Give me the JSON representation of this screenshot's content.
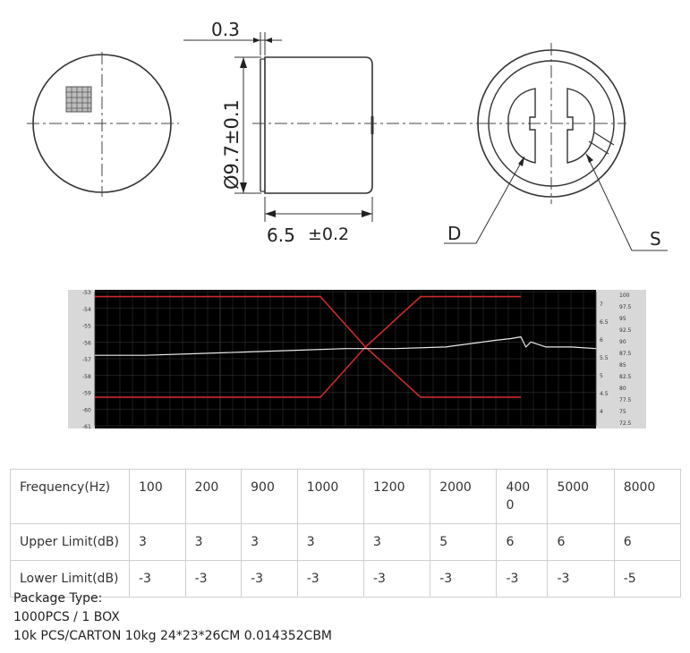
{
  "drawing": {
    "dim_thickness": "0.3",
    "dim_diameter": "Ø9.7±0.1",
    "dim_height": "6.5",
    "dim_tolerance": "±0.2",
    "label_d": "D",
    "label_s": "S"
  },
  "chart_data": {
    "type": "line",
    "left_ticks": [
      "-53",
      "-54",
      "-55",
      "-56",
      "-57",
      "-58",
      "-59",
      "-60",
      "-61"
    ],
    "right_ticks_a": [
      "7",
      "6.5",
      "6",
      "5.5",
      "5",
      "4.5",
      "4"
    ],
    "right_ticks_b": [
      "100",
      "97.5",
      "95",
      "92.5",
      "90",
      "87.5",
      "85",
      "82.5",
      "80",
      "77.5",
      "75",
      "72.5"
    ],
    "ylim": [
      -61,
      -53
    ],
    "x_range": [
      0,
      100
    ],
    "upper_limit": [
      [
        0,
        -53.3
      ],
      [
        45,
        -53.3
      ],
      [
        54,
        -56.3
      ],
      [
        65,
        -53.3
      ],
      [
        85,
        -53.3
      ]
    ],
    "lower_limit": [
      [
        0,
        -59.3
      ],
      [
        45,
        -59.3
      ],
      [
        54,
        -56.3
      ],
      [
        65,
        -59.3
      ],
      [
        85,
        -59.3
      ]
    ],
    "response": [
      [
        0,
        -56.8
      ],
      [
        10,
        -56.8
      ],
      [
        20,
        -56.7
      ],
      [
        30,
        -56.6
      ],
      [
        40,
        -56.5
      ],
      [
        50,
        -56.4
      ],
      [
        60,
        -56.4
      ],
      [
        70,
        -56.3
      ],
      [
        75,
        -56.1
      ],
      [
        80,
        -55.9
      ],
      [
        83,
        -55.8
      ],
      [
        85,
        -55.7
      ],
      [
        86,
        -56.3
      ],
      [
        87,
        -56.0
      ],
      [
        90,
        -56.3
      ],
      [
        95,
        -56.3
      ],
      [
        100,
        -56.4
      ]
    ],
    "colors": {
      "background": "#000000",
      "limit": "#cc2a2a",
      "response": "#e8e8e8",
      "grid": "#3a3a3a",
      "frame": "#d8d8d8"
    }
  },
  "table": {
    "rows": [
      {
        "label": "Frequency(Hz)",
        "cells": [
          "100",
          "200",
          "900",
          "1000",
          "1200",
          "2000",
          "400 0",
          "5000",
          "8000"
        ]
      },
      {
        "label": "Upper Limit(dB)",
        "cells": [
          "3",
          "3",
          "3",
          "3",
          "3",
          "5",
          "6",
          "6",
          "6"
        ]
      },
      {
        "label": "Lower Limit(dB)",
        "cells": [
          "-3",
          "-3",
          "-3",
          "-3",
          "-3",
          "-3",
          "-3",
          "-3",
          "-5"
        ]
      }
    ]
  },
  "package": {
    "title": "Package Type:",
    "line1": "1000PCS / 1 BOX",
    "line2": "10k PCS/CARTON 10kg 24*23*26CM 0.014352CBM"
  }
}
